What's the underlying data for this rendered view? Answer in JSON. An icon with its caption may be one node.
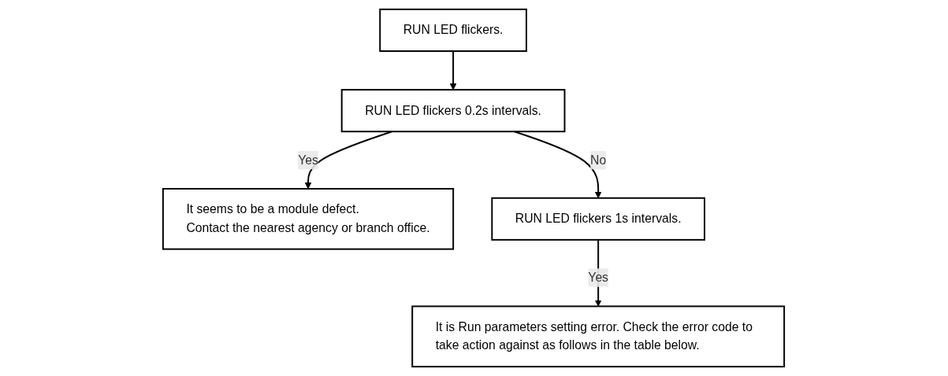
{
  "diagram": {
    "nodes": [
      {
        "text": [
          "RUN LED flickers."
        ]
      },
      {
        "text": [
          "RUN LED flickers 0.2s intervals."
        ]
      },
      {
        "text": [
          "It seems to be a module defect.",
          "Contact the nearest agency or branch office."
        ]
      },
      {
        "text": [
          "RUN LED flickers 1s intervals."
        ]
      },
      {
        "text": [
          "It is Run parameters setting error. Check the error code to take action against as follows in the table below."
        ]
      }
    ],
    "edges": [
      {
        "from": 0,
        "to": 1,
        "arrow": "to"
      },
      {
        "from": 1,
        "to": 2,
        "label": "Yes",
        "arrow": "to"
      },
      {
        "from": 1,
        "to": 3,
        "label": "No",
        "arrow": "to"
      },
      {
        "from": 3,
        "to": 4,
        "label": "Yes",
        "arrow": "to"
      }
    ]
  }
}
